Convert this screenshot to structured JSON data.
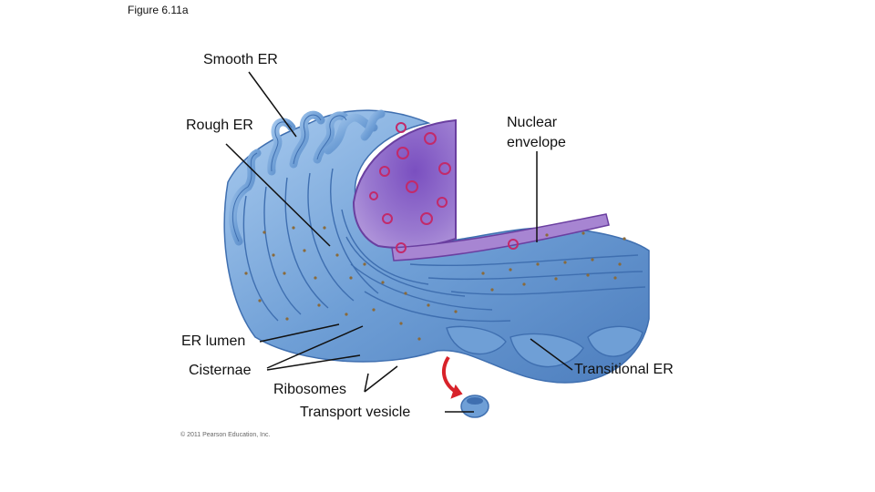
{
  "figure_number": "Figure 6.11a",
  "labels": {
    "smooth_er": "Smooth ER",
    "rough_er": "Rough ER",
    "nuclear_envelope_line1": "Nuclear",
    "nuclear_envelope_line2": "envelope",
    "er_lumen": "ER lumen",
    "cisternae": "Cisternae",
    "ribosomes": "Ribosomes",
    "transport_vesicle": "Transport vesicle",
    "transitional_er": "Transitional ER"
  },
  "copyright": "© 2011 Pearson Education, Inc.",
  "colors": {
    "er_blue": "#6f9fd6",
    "er_blue_dark": "#3f6fb0",
    "er_blue_light": "#9dc2ea",
    "nucleus_purple": "#8a5fb4",
    "nuclear_pore": "#c22a6a",
    "ribosome": "#8a6a3a",
    "arrow_red": "#d8222a"
  },
  "icons": [
    "curved-arrow-icon"
  ]
}
